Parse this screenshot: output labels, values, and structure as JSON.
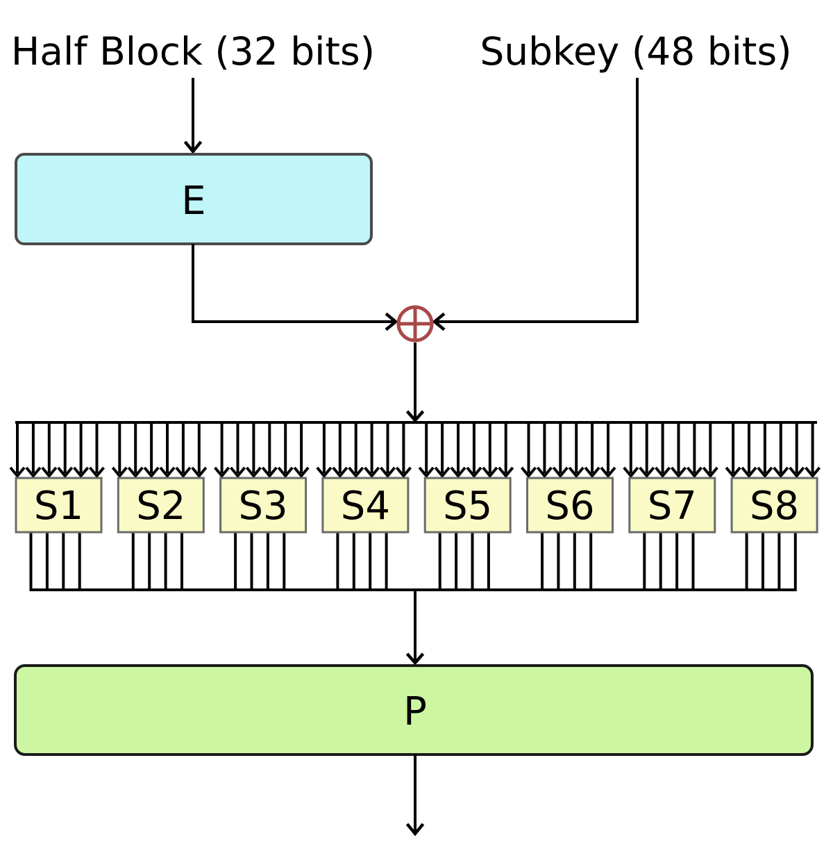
{
  "diagram": {
    "title_left": "Half Block (32 bits)",
    "title_right": "Subkey (48 bits)",
    "expansion_box": {
      "label": "E"
    },
    "permutation_box": {
      "label": "P"
    },
    "sboxes": [
      {
        "label": "S1"
      },
      {
        "label": "S2"
      },
      {
        "label": "S3"
      },
      {
        "label": "S4"
      },
      {
        "label": "S5"
      },
      {
        "label": "S6"
      },
      {
        "label": "S7"
      },
      {
        "label": "S8"
      }
    ],
    "bits_in_per_sbox": 6,
    "bits_out_per_sbox": 4,
    "colors": {
      "line": "#000000",
      "xor_stroke": "#A84848",
      "e_fill": "#C0F5FA",
      "e_border": "#4A4A4A",
      "s_fill": "#FAFAC6",
      "s_border": "#6B6B6B",
      "p_fill": "#CCF6A2",
      "p_border": "#1A1A1A"
    }
  }
}
